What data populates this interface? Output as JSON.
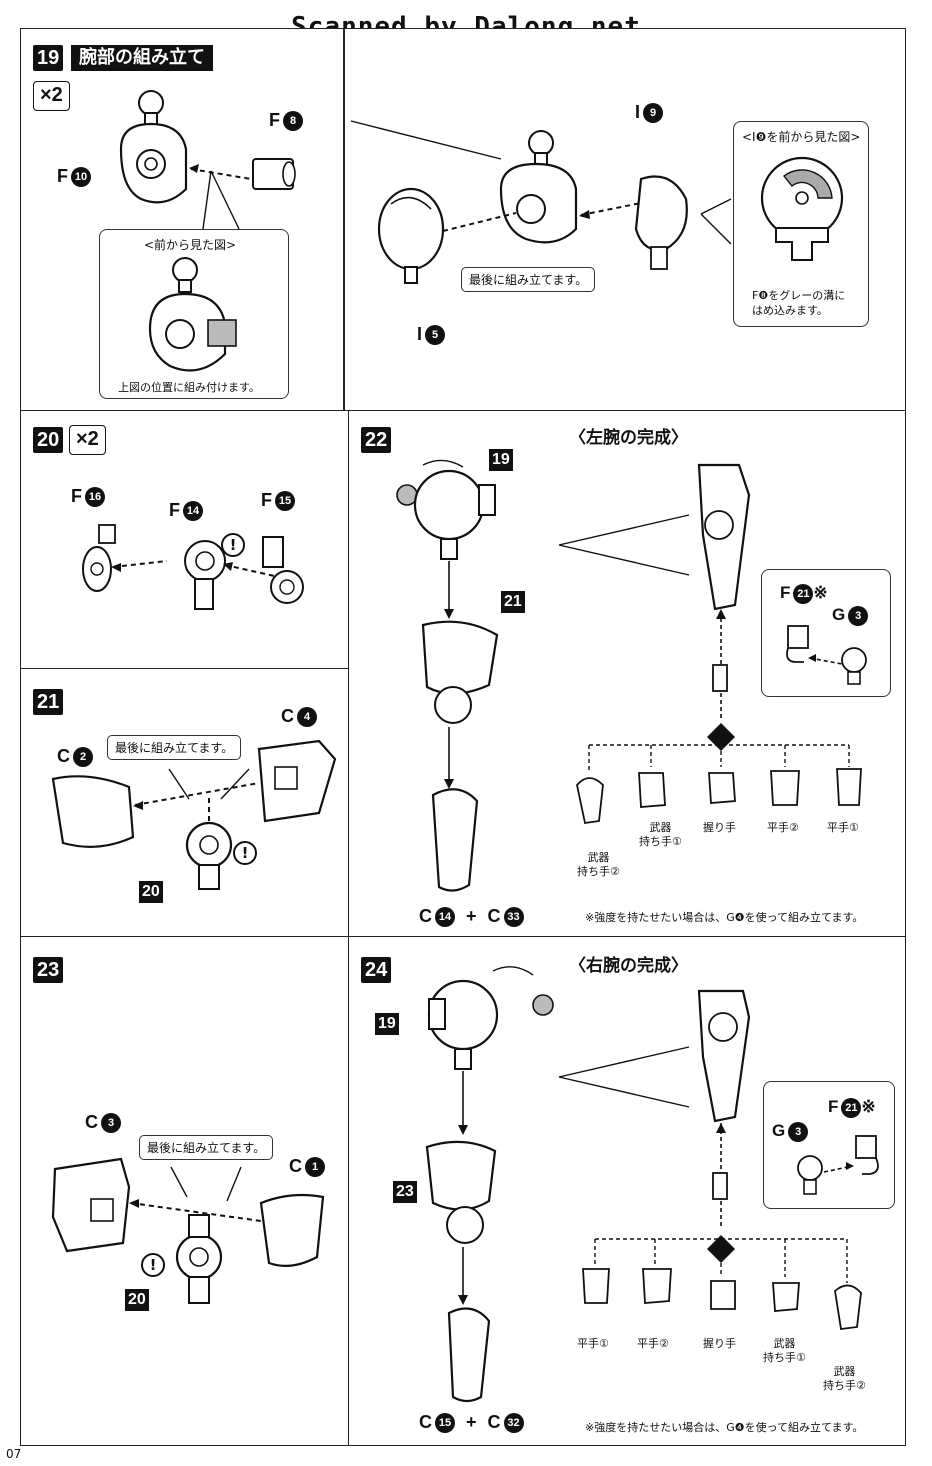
{
  "header": {
    "watermark": "Scanned by Dalong.net"
  },
  "page_number": "07",
  "step19": {
    "num": "19",
    "title": "腕部の組み立て",
    "qty": "×2",
    "parts": {
      "f10": {
        "letter": "F",
        "num": "10"
      },
      "f8": {
        "letter": "F",
        "num": "8"
      },
      "i9": {
        "letter": "I",
        "num": "9"
      },
      "i5": {
        "letter": "I",
        "num": "5"
      }
    },
    "front_view_title": "<前から見た図>",
    "front_view_caption": "上図の位置に組み付けます。",
    "assemble_last": "最後に組み立てます。",
    "i9_view_title": "<I❾を前から見た図>",
    "i9_view_caption_1": "F❽をグレーの溝に",
    "i9_view_caption_2": "はめ込みます。"
  },
  "step20": {
    "num": "20",
    "qty": "×2",
    "parts": {
      "f16": {
        "letter": "F",
        "num": "16"
      },
      "f14": {
        "letter": "F",
        "num": "14"
      },
      "f15": {
        "letter": "F",
        "num": "15"
      }
    },
    "warning": "!"
  },
  "step21": {
    "num": "21",
    "parts": {
      "c2": {
        "letter": "C",
        "num": "2"
      },
      "c4": {
        "letter": "C",
        "num": "4"
      }
    },
    "assemble_last": "最後に組み立てます。",
    "warning": "!",
    "ref": "20"
  },
  "step22": {
    "num": "22",
    "ref_a": "19",
    "ref_b": "21",
    "bottom": {
      "c1": "C",
      "n1": "14",
      "plus": "+",
      "c2": "C",
      "n2": "33"
    }
  },
  "left_arm": {
    "title": "〈左腕の完成〉",
    "parts": {
      "f21": {
        "letter": "F",
        "num": "21",
        "mark": "※"
      },
      "g3": {
        "letter": "G",
        "num": "3"
      }
    },
    "hands": [
      "武器\n持ち手②",
      "武器\n持ち手①",
      "握り手",
      "平手②",
      "平手①"
    ],
    "footnote": "※強度を持たせたい場合は、G❹を使って組み立てます。"
  },
  "step23": {
    "num": "23",
    "parts": {
      "c3": {
        "letter": "C",
        "num": "3"
      },
      "c1": {
        "letter": "C",
        "num": "1"
      }
    },
    "assemble_last": "最後に組み立てます。",
    "warning": "!",
    "ref": "20"
  },
  "step24": {
    "num": "24",
    "ref_a": "19",
    "ref_b": "23",
    "bottom": {
      "c1": "C",
      "n1": "15",
      "plus": "+",
      "c2": "C",
      "n2": "32"
    }
  },
  "right_arm": {
    "title": "〈右腕の完成〉",
    "parts": {
      "f21": {
        "letter": "F",
        "num": "21",
        "mark": "※"
      },
      "g3": {
        "letter": "G",
        "num": "3"
      }
    },
    "hands": [
      "平手①",
      "平手②",
      "握り手",
      "武器\n持ち手①",
      "武器\n持ち手②"
    ],
    "footnote": "※強度を持たせたい場合は、G❹を使って組み立てます。"
  }
}
